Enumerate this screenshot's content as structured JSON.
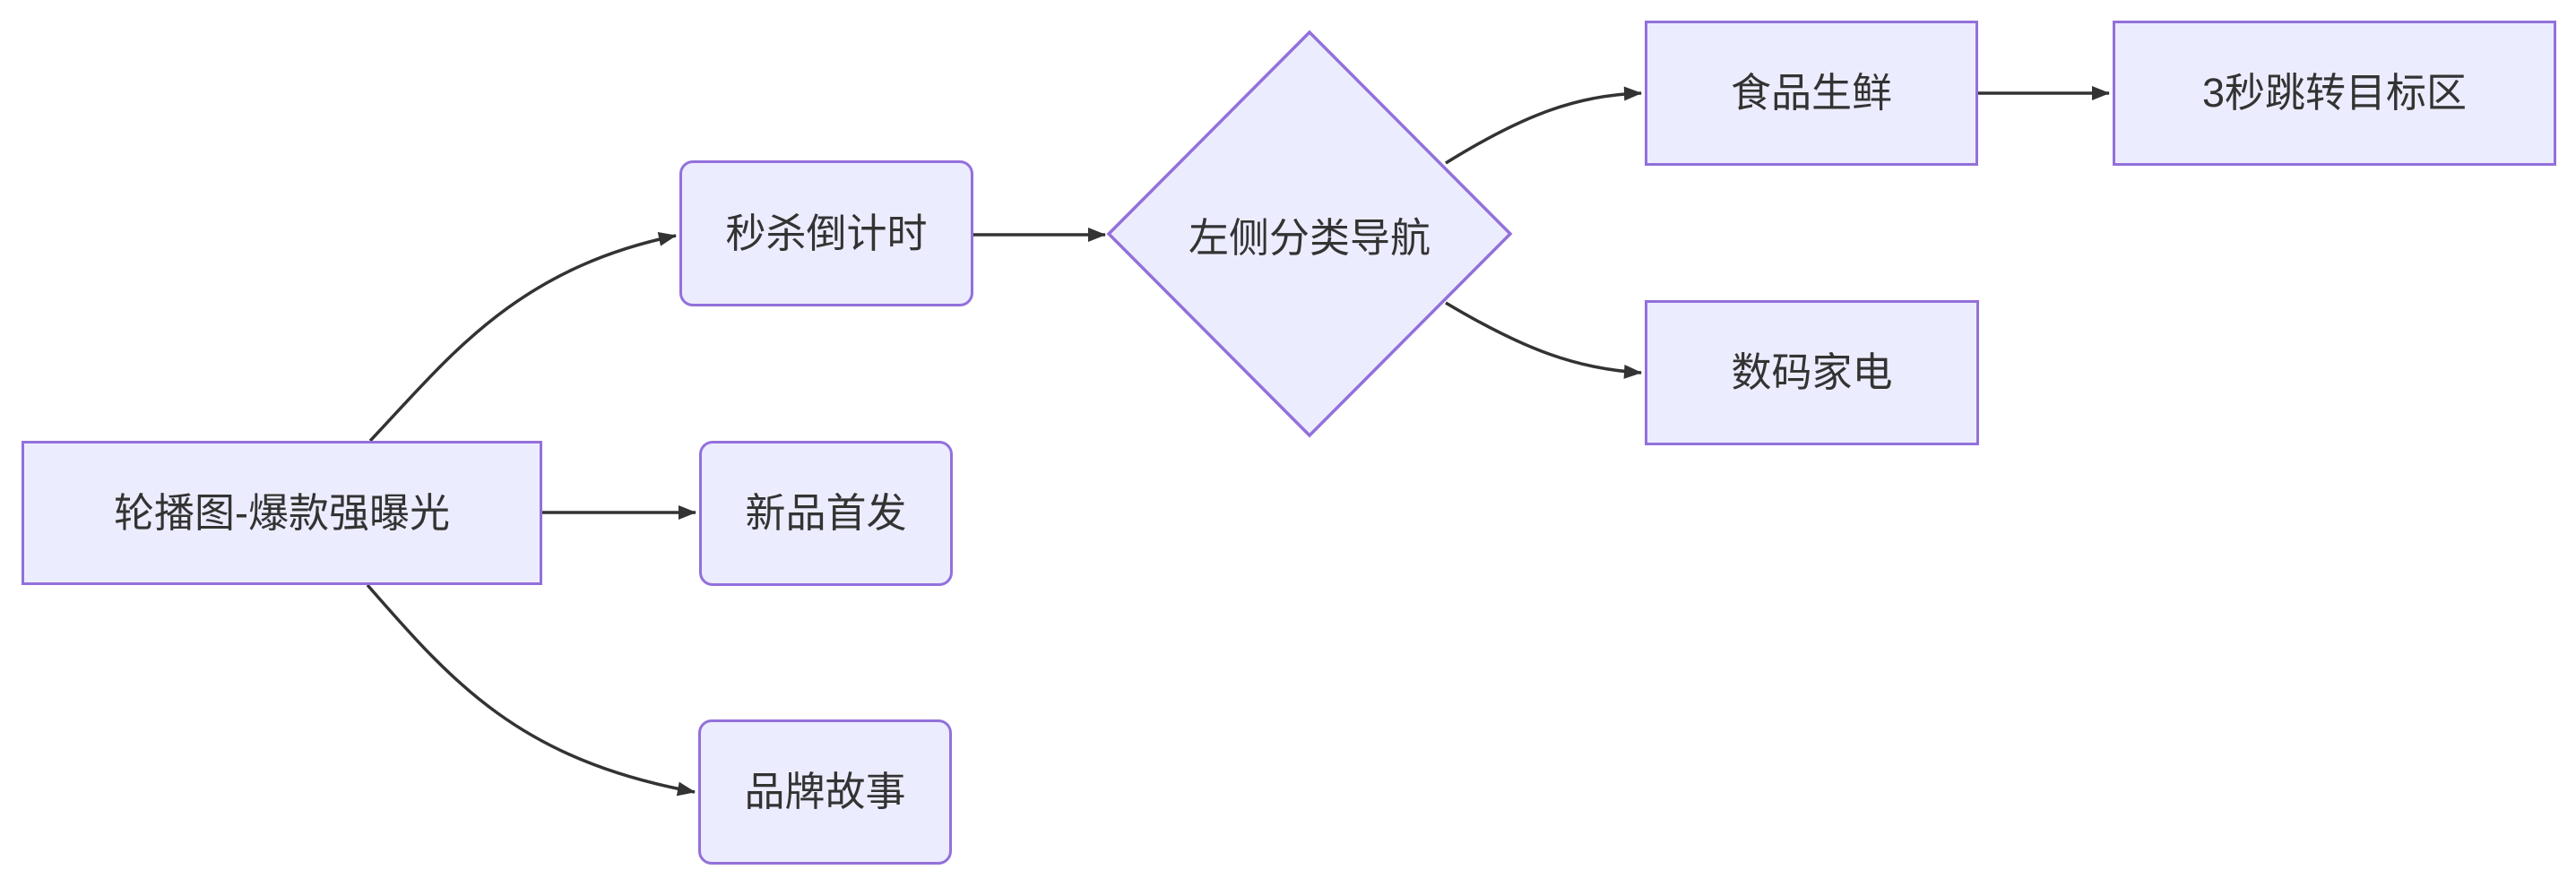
{
  "diagram": {
    "type": "flowchart",
    "nodes": {
      "carousel": {
        "label": "轮播图-爆款强曝光",
        "shape": "rectangle"
      },
      "seckill": {
        "label": "秒杀倒计时",
        "shape": "rounded-rectangle"
      },
      "newlaunch": {
        "label": "新品首发",
        "shape": "rounded-rectangle"
      },
      "brandstory": {
        "label": "品牌故事",
        "shape": "rounded-rectangle"
      },
      "sidenav": {
        "label": "左侧分类导航",
        "shape": "diamond"
      },
      "food": {
        "label": "食品生鲜",
        "shape": "rectangle"
      },
      "digital": {
        "label": "数码家电",
        "shape": "rectangle"
      },
      "target": {
        "label": "3秒跳转目标区",
        "shape": "rectangle"
      }
    },
    "edges": [
      {
        "from": "轮播图-爆款强曝光",
        "to": "秒杀倒计时"
      },
      {
        "from": "轮播图-爆款强曝光",
        "to": "新品首发"
      },
      {
        "from": "轮播图-爆款强曝光",
        "to": "品牌故事"
      },
      {
        "from": "秒杀倒计时",
        "to": "左侧分类导航"
      },
      {
        "from": "左侧分类导航",
        "to": "食品生鲜"
      },
      {
        "from": "左侧分类导航",
        "to": "数码家电"
      },
      {
        "from": "食品生鲜",
        "to": "3秒跳转目标区"
      }
    ],
    "colors": {
      "node_fill": "#ECECFF",
      "node_border": "#9370DB",
      "edge_line": "#333333",
      "text": "#333333",
      "background": "#FFFFFF"
    }
  }
}
